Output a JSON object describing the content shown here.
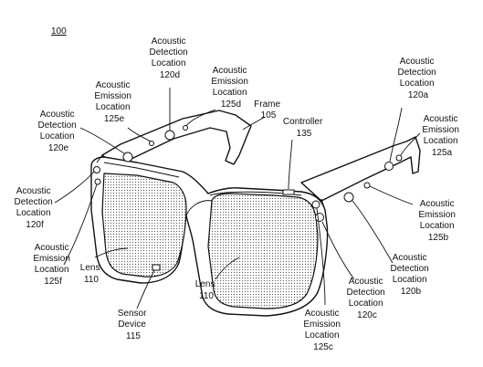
{
  "figure": {
    "number": "100"
  },
  "labels": {
    "acoustic_detection_120d": [
      "Acoustic",
      "Detection",
      "Location",
      "120d"
    ],
    "acoustic_emission_125d": [
      "Acoustic",
      "Emission",
      "Location",
      "125d"
    ],
    "acoustic_emission_125e": [
      "Acoustic",
      "Emission",
      "Location",
      "125e"
    ],
    "acoustic_detection_120e": [
      "Acoustic",
      "Detection",
      "Location",
      "120e"
    ],
    "acoustic_detection_120f": [
      "Acoustic",
      "Detection",
      "Location",
      "120f"
    ],
    "acoustic_emission_125f": [
      "Acoustic",
      "Emission",
      "Location",
      "125f"
    ],
    "acoustic_detection_120a": [
      "Acoustic",
      "Detection",
      "Location",
      "120a"
    ],
    "acoustic_emission_125a": [
      "Acoustic",
      "Emission",
      "Location",
      "125a"
    ],
    "acoustic_emission_125b": [
      "Acoustic",
      "Emission",
      "Location",
      "125b"
    ],
    "acoustic_detection_120b": [
      "Acoustic",
      "Detection",
      "Location",
      "120b"
    ],
    "acoustic_detection_120c": [
      "Acoustic",
      "Detection",
      "Location",
      "120c"
    ],
    "acoustic_emission_125c": [
      "Acoustic",
      "Emission",
      "Location",
      "125c"
    ],
    "frame_105": [
      "Frame",
      "105"
    ],
    "controller_135": [
      "Controller",
      "135"
    ],
    "lens_110_left": [
      "Lens",
      "110"
    ],
    "lens_110_right": [
      "Lens",
      "110"
    ],
    "sensor_115": [
      "Sensor",
      "Device",
      "115"
    ]
  }
}
